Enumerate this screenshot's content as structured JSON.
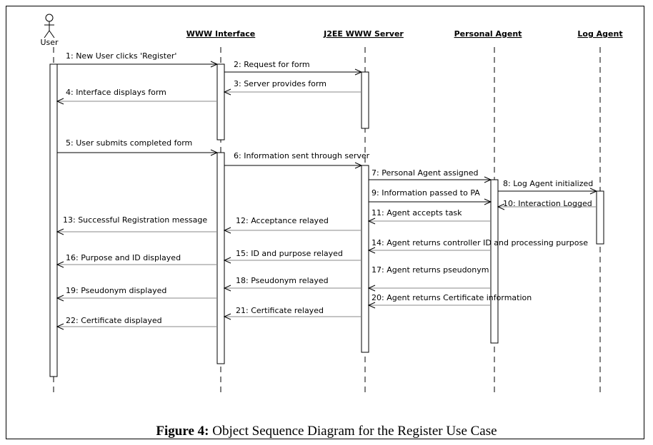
{
  "actor": {
    "label": "User"
  },
  "participants": [
    {
      "id": "www",
      "label": "WWW Interface"
    },
    {
      "id": "j2ee",
      "label": "J2EE WWW Server"
    },
    {
      "id": "pa",
      "label": "Personal Agent"
    },
    {
      "id": "log",
      "label": "Log Agent"
    }
  ],
  "messages": [
    {
      "from": "user",
      "to": "www",
      "label": "1: New User clicks 'Register'",
      "kind": "call"
    },
    {
      "from": "www",
      "to": "j2ee",
      "label": "2: Request for form",
      "kind": "call"
    },
    {
      "from": "j2ee",
      "to": "www",
      "label": "3: Server provides form",
      "kind": "return"
    },
    {
      "from": "www",
      "to": "user",
      "label": "4: Interface displays form",
      "kind": "return"
    },
    {
      "from": "user",
      "to": "www",
      "label": "5: User submits completed form",
      "kind": "call"
    },
    {
      "from": "www",
      "to": "j2ee",
      "label": "6: Information sent through server",
      "kind": "call"
    },
    {
      "from": "j2ee",
      "to": "pa",
      "label": "7: Personal Agent assigned",
      "kind": "call"
    },
    {
      "from": "pa",
      "to": "log",
      "label": "8: Log Agent initialized",
      "kind": "call"
    },
    {
      "from": "j2ee",
      "to": "pa",
      "label": "9: Information passed to PA",
      "kind": "call"
    },
    {
      "from": "log",
      "to": "pa",
      "label": "10: Interaction Logged",
      "kind": "return"
    },
    {
      "from": "pa",
      "to": "j2ee",
      "label": "11: Agent accepts task",
      "kind": "return"
    },
    {
      "from": "j2ee",
      "to": "www",
      "label": "12: Acceptance relayed",
      "kind": "return"
    },
    {
      "from": "www",
      "to": "user",
      "label": "13: Successful Registration message",
      "kind": "return"
    },
    {
      "from": "pa",
      "to": "j2ee",
      "label": "14: Agent returns controller ID and processing purpose",
      "kind": "return"
    },
    {
      "from": "j2ee",
      "to": "www",
      "label": "15: ID and purpose relayed",
      "kind": "return"
    },
    {
      "from": "www",
      "to": "user",
      "label": "16: Purpose and ID displayed",
      "kind": "return"
    },
    {
      "from": "pa",
      "to": "j2ee",
      "label": "17: Agent returns pseudonym",
      "kind": "return"
    },
    {
      "from": "j2ee",
      "to": "www",
      "label": "18: Pseudonym relayed",
      "kind": "return"
    },
    {
      "from": "www",
      "to": "user",
      "label": "19: Pseudonym displayed",
      "kind": "return"
    },
    {
      "from": "pa",
      "to": "j2ee",
      "label": "20: Agent returns Certificate information",
      "kind": "return"
    },
    {
      "from": "j2ee",
      "to": "www",
      "label": "21: Certificate relayed",
      "kind": "return"
    },
    {
      "from": "www",
      "to": "user",
      "label": "22: Certificate displayed",
      "kind": "return"
    }
  ],
  "caption": {
    "prefix": "Figure 4:",
    "text": " Object Sequence Diagram for the Register Use Case"
  }
}
